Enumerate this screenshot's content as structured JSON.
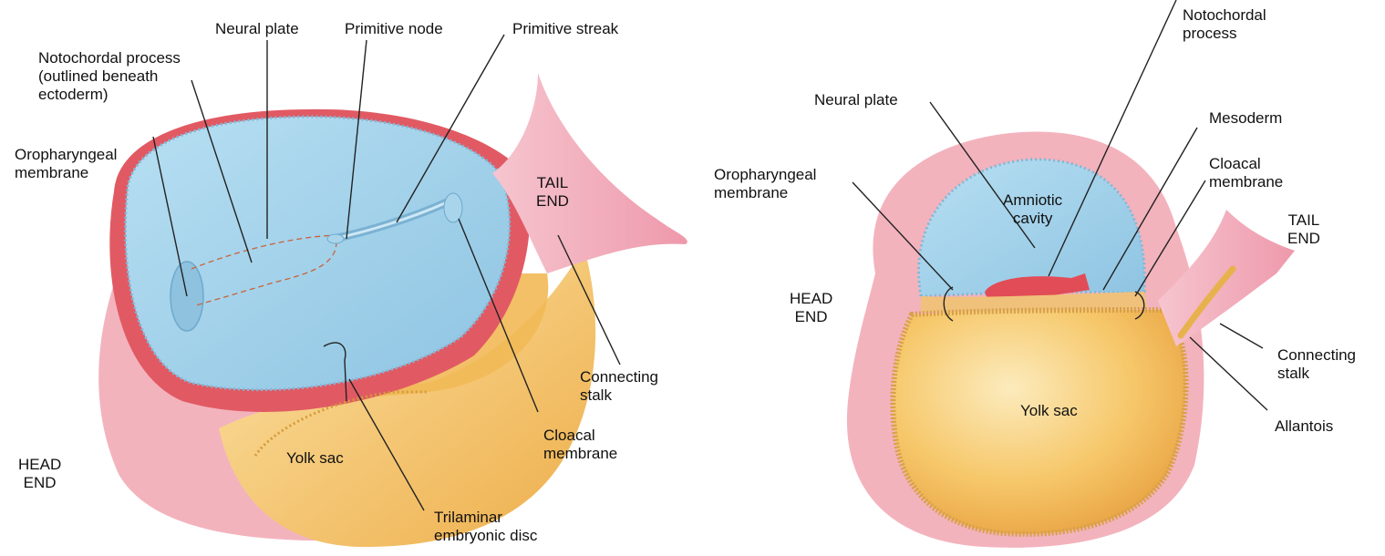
{
  "left_panel": {
    "labels": {
      "neural_plate": "Neural plate",
      "primitive_node": "Primitive node",
      "primitive_streak": "Primitive streak",
      "notochordal_process": "Notochordal process\n(outlined beneath\nectoderm)",
      "oropharyngeal_membrane": "Oropharyngeal\nmembrane",
      "tail_end": "TAIL\nEND",
      "connecting_stalk": "Connecting\nstalk",
      "cloacal_membrane": "Cloacal\nmembrane",
      "head_end": "HEAD\nEND",
      "yolk_sac": "Yolk sac",
      "trilaminar_disc": "Trilaminar\nembryonic disc"
    }
  },
  "right_panel": {
    "labels": {
      "notochordal_process": "Notochordal\nprocess",
      "neural_plate": "Neural plate",
      "mesoderm": "Mesoderm",
      "oropharyngeal_membrane": "Oropharyngeal\nmembrane",
      "amniotic_cavity": "Amniotic\ncavity",
      "cloacal_membrane": "Cloacal\nmembrane",
      "tail_end": "TAIL\nEND",
      "head_end": "HEAD\nEND",
      "connecting_stalk": "Connecting\nstalk",
      "yolk_sac": "Yolk sac",
      "allantois": "Allantois"
    }
  },
  "colors": {
    "amnion_blue": "#9fcfe8",
    "blue_edge": "#6aaed3",
    "mesoderm_red": "#e0555f",
    "stalk_pink": "#f2a6b4",
    "yolk_orange": "#f6c769",
    "yolk_edge": "#d49a3a"
  }
}
